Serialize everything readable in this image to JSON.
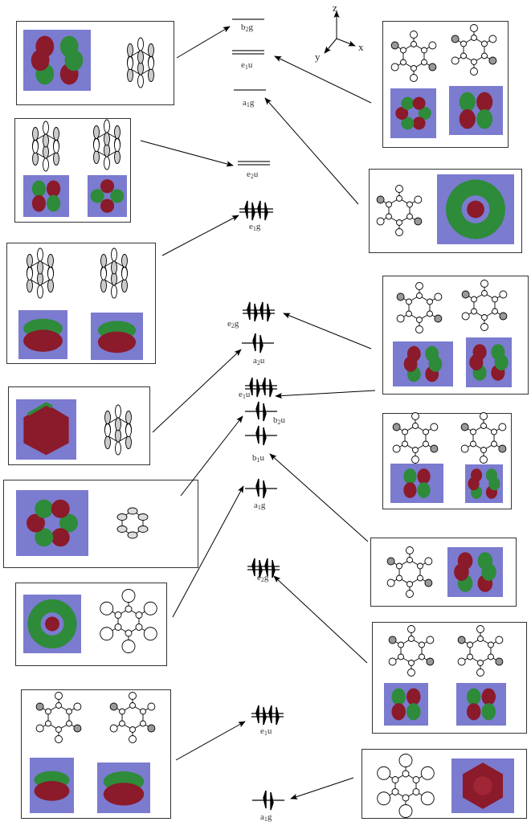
{
  "axes": {
    "z": "z",
    "x": "x",
    "y": "y"
  },
  "levels": [
    {
      "id": "b2g",
      "main": "b",
      "sub": "2",
      "end": "g",
      "degenerate": false,
      "electrons": 0
    },
    {
      "id": "e1u-virtual",
      "main": "e",
      "sub": "1",
      "end": "u",
      "degenerate": true,
      "electrons": 0
    },
    {
      "id": "a1g-virtual",
      "main": "a",
      "sub": "1",
      "end": "g",
      "degenerate": false,
      "electrons": 0
    },
    {
      "id": "e2u",
      "main": "e",
      "sub": "2",
      "end": "u",
      "degenerate": true,
      "electrons": 0
    },
    {
      "id": "e1g",
      "main": "e",
      "sub": "1",
      "end": "g",
      "degenerate": true,
      "electrons": 4
    },
    {
      "id": "e2g-upper",
      "main": "e",
      "sub": "2",
      "end": "g",
      "degenerate": true,
      "electrons": 4
    },
    {
      "id": "a2u",
      "main": "a",
      "sub": "2",
      "end": "u",
      "degenerate": false,
      "electrons": 2
    },
    {
      "id": "e1u-upper",
      "main": "e",
      "sub": "1",
      "end": "u",
      "degenerate": true,
      "electrons": 4
    },
    {
      "id": "b2u",
      "main": "b",
      "sub": "2",
      "end": "u",
      "degenerate": false,
      "electrons": 2
    },
    {
      "id": "b1u",
      "main": "b",
      "sub": "1",
      "end": "u",
      "degenerate": false,
      "electrons": 2
    },
    {
      "id": "a1g-middle",
      "main": "a",
      "sub": "1",
      "end": "g",
      "degenerate": false,
      "electrons": 2
    },
    {
      "id": "e2g-lower",
      "main": "e",
      "sub": "2",
      "end": "g",
      "degenerate": true,
      "electrons": 4
    },
    {
      "id": "e1u-lower",
      "main": "e",
      "sub": "1",
      "end": "u",
      "degenerate": true,
      "electrons": 4
    },
    {
      "id": "a1g-lower",
      "main": "a",
      "sub": "1",
      "end": "g",
      "degenerate": false,
      "electrons": 2
    }
  ],
  "colors": {
    "background_panel": "#7b7bd0",
    "lobe_positive": "#8b1a2a",
    "lobe_negative": "#2e8b3a",
    "line": "#000000"
  }
}
